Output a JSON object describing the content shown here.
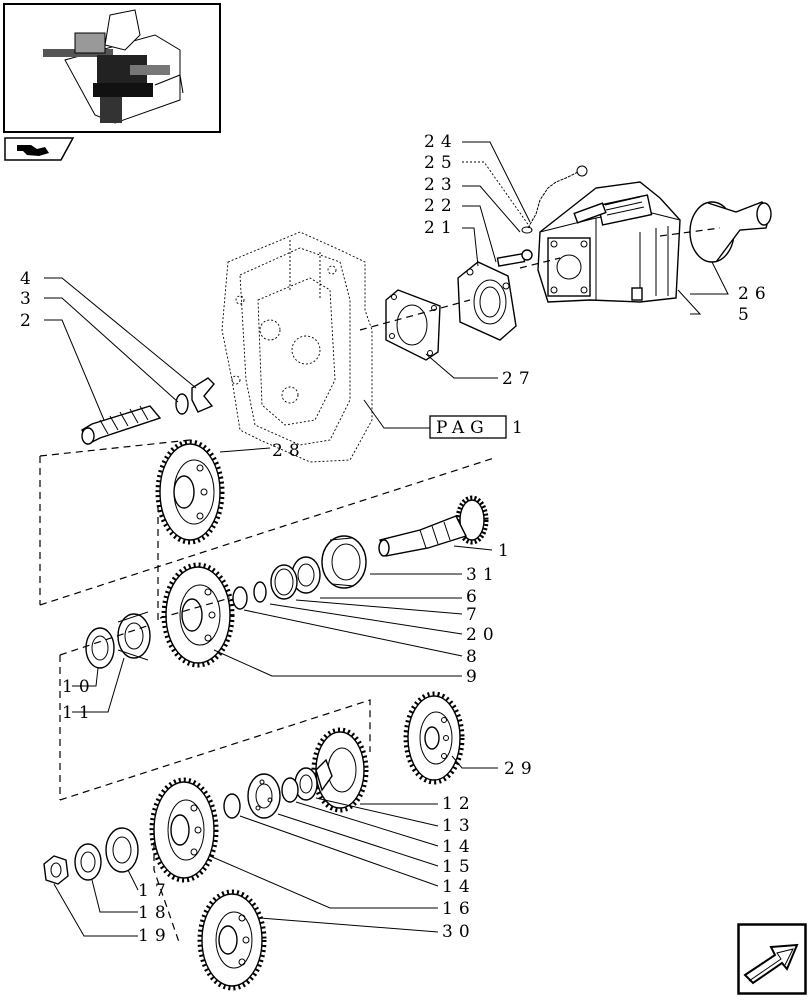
{
  "diagram": {
    "reference_box": {
      "label": "PAG",
      "number": "1"
    },
    "callouts": [
      {
        "id": "1",
        "text": "1"
      },
      {
        "id": "2",
        "text": "2"
      },
      {
        "id": "3",
        "text": "3"
      },
      {
        "id": "4",
        "text": "4"
      },
      {
        "id": "5",
        "text": "5"
      },
      {
        "id": "6",
        "text": "6"
      },
      {
        "id": "7",
        "text": "7"
      },
      {
        "id": "8",
        "text": "8"
      },
      {
        "id": "9",
        "text": "9"
      },
      {
        "id": "10",
        "text": "10"
      },
      {
        "id": "11",
        "text": "11"
      },
      {
        "id": "12",
        "text": "12"
      },
      {
        "id": "13",
        "text": "13"
      },
      {
        "id": "14a",
        "text": "14"
      },
      {
        "id": "15",
        "text": "15"
      },
      {
        "id": "14b",
        "text": "14"
      },
      {
        "id": "16",
        "text": "16"
      },
      {
        "id": "17",
        "text": "17"
      },
      {
        "id": "18",
        "text": "18"
      },
      {
        "id": "19",
        "text": "19"
      },
      {
        "id": "20",
        "text": "20"
      },
      {
        "id": "21",
        "text": "21"
      },
      {
        "id": "22",
        "text": "22"
      },
      {
        "id": "23",
        "text": "23"
      },
      {
        "id": "24",
        "text": "24"
      },
      {
        "id": "25",
        "text": "25"
      },
      {
        "id": "26",
        "text": "26"
      },
      {
        "id": "27",
        "text": "27"
      },
      {
        "id": "28",
        "text": "28"
      },
      {
        "id": "29",
        "text": "29"
      },
      {
        "id": "30",
        "text": "30"
      },
      {
        "id": "31",
        "text": "31"
      }
    ],
    "icons": {
      "thumbnail": "assembly-thumbnail-icon",
      "catalog": "catalog-book-icon",
      "navigation": "next-page-arrow-icon"
    }
  }
}
